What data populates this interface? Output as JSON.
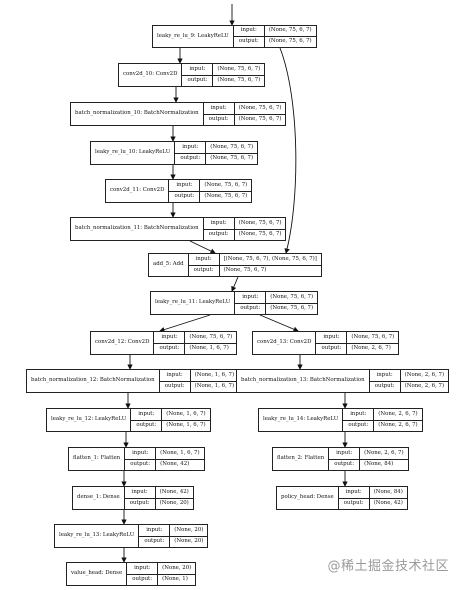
{
  "nodes": [
    {
      "id": "lrelu9",
      "name": "leaky_re_lu_9: LeakyReLU",
      "input_label": "input:",
      "output_label": "output:",
      "input": "(None, 75, 6, 7)",
      "output": "(None, 75, 6, 7)"
    },
    {
      "id": "conv10",
      "name": "conv2d_10: Conv2D",
      "input_label": "input:",
      "output_label": "output:",
      "input": "(None, 75, 6, 7)",
      "output": "(None, 75, 6, 7)"
    },
    {
      "id": "bn10",
      "name": "batch_normalization_10: BatchNormalization",
      "input_label": "input:",
      "output_label": "output:",
      "input": "(None, 75, 6, 7)",
      "output": "(None, 75, 6, 7)"
    },
    {
      "id": "lrelu10",
      "name": "leaky_re_lu_10: LeakyReLU",
      "input_label": "input:",
      "output_label": "output:",
      "input": "(None, 75, 6, 7)",
      "output": "(None, 75, 6, 7)"
    },
    {
      "id": "conv11",
      "name": "conv2d_11: Conv2D",
      "input_label": "input:",
      "output_label": "output:",
      "input": "(None, 75, 6, 7)",
      "output": "(None, 75, 6, 7)"
    },
    {
      "id": "bn11",
      "name": "batch_normalization_11: BatchNormalization",
      "input_label": "input:",
      "output_label": "output:",
      "input": "(None, 75, 6, 7)",
      "output": "(None, 75, 6, 7)"
    },
    {
      "id": "add5",
      "name": "add_5: Add",
      "input_label": "input:",
      "output_label": "output:",
      "input": "[(None, 75, 6, 7), (None, 75, 6, 7)]",
      "output": "(None, 75, 6, 7)"
    },
    {
      "id": "lrelu11",
      "name": "leaky_re_lu_11: LeakyReLU",
      "input_label": "input:",
      "output_label": "output:",
      "input": "(None, 75, 6, 7)",
      "output": "(None, 75, 6, 7)"
    },
    {
      "id": "conv12",
      "name": "conv2d_12: Conv2D",
      "input_label": "input:",
      "output_label": "output:",
      "input": "(None, 75, 6, 7)",
      "output": "(None, 1, 6, 7)"
    },
    {
      "id": "conv13",
      "name": "conv2d_13: Conv2D",
      "input_label": "input:",
      "output_label": "output:",
      "input": "(None, 75, 6, 7)",
      "output": "(None, 2, 6, 7)"
    },
    {
      "id": "bn12",
      "name": "batch_normalization_12: BatchNormalization",
      "input_label": "input:",
      "output_label": "output:",
      "input": "(None, 1, 6, 7)",
      "output": "(None, 1, 6, 7)"
    },
    {
      "id": "bn13",
      "name": "batch_normalization_13: BatchNormalization",
      "input_label": "input:",
      "output_label": "output:",
      "input": "(None, 2, 6, 7)",
      "output": "(None, 2, 6, 7)"
    },
    {
      "id": "lrelu12",
      "name": "leaky_re_lu_12: LeakyReLU",
      "input_label": "input:",
      "output_label": "output:",
      "input": "(None, 1, 6, 7)",
      "output": "(None, 1, 6, 7)"
    },
    {
      "id": "lrelu14",
      "name": "leaky_re_lu_14: LeakyReLU",
      "input_label": "input:",
      "output_label": "output:",
      "input": "(None, 2, 6, 7)",
      "output": "(None, 2, 6, 7)"
    },
    {
      "id": "flat1",
      "name": "flatten_1: Flatten",
      "input_label": "input:",
      "output_label": "output:",
      "input": "(None, 1, 6, 7)",
      "output": "(None, 42)"
    },
    {
      "id": "flat2",
      "name": "flatten_2: Flatten",
      "input_label": "input:",
      "output_label": "output:",
      "input": "(None, 2, 6, 7)",
      "output": "(None, 84)"
    },
    {
      "id": "dense1",
      "name": "dense_1: Dense",
      "input_label": "input:",
      "output_label": "output:",
      "input": "(None, 42)",
      "output": "(None, 20)"
    },
    {
      "id": "policy",
      "name": "policy_head: Dense",
      "input_label": "input:",
      "output_label": "output:",
      "input": "(None, 84)",
      "output": "(None, 42)"
    },
    {
      "id": "lrelu13",
      "name": "leaky_re_lu_13: LeakyReLU",
      "input_label": "input:",
      "output_label": "output:",
      "input": "(None, 20)",
      "output": "(None, 20)"
    },
    {
      "id": "value",
      "name": "value_head: Dense",
      "input_label": "input:",
      "output_label": "output:",
      "input": "(None, 20)",
      "output": "(None, 1)"
    }
  ],
  "watermark": "@稀土掘金技术社区"
}
